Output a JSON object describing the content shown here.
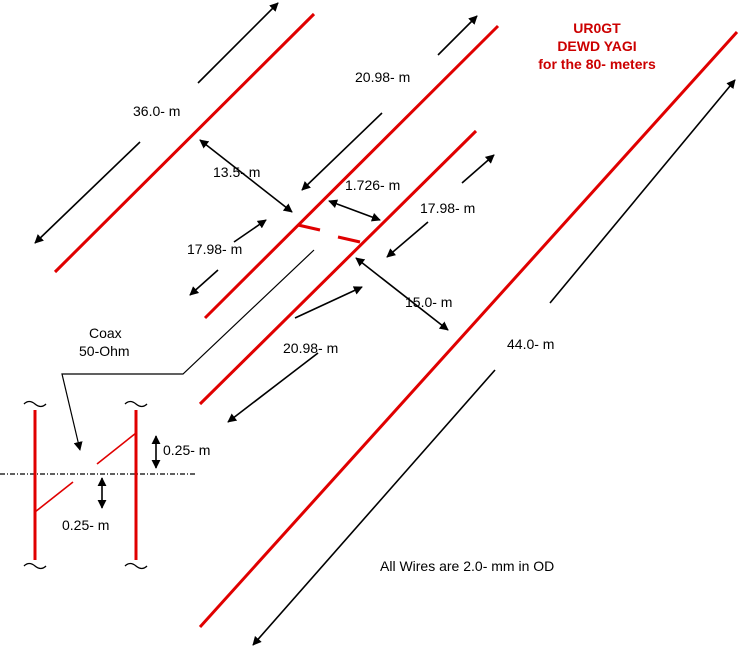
{
  "title": {
    "callsign": "UR0GT",
    "name": "DEWD YAGI",
    "band": "for the 80- meters",
    "color": "#cc0000"
  },
  "labels": {
    "len_36": "36.0- m",
    "len_2098_top": "20.98- m",
    "len_2098_bottom": "20.98- m",
    "len_1798_left": "17.98- m",
    "len_1798_right": "17.98- m",
    "len_44": "44.0- m",
    "gap_135": "13.5- m",
    "gap_1726": "1.726- m",
    "gap_150": "15.0- m",
    "coax_line1": "Coax",
    "coax_line2": "50-Ohm",
    "feed_gap_top": "0.25- m",
    "feed_gap_bottom": "0.25- m",
    "note": "All Wires are 2.0- mm in OD"
  },
  "colors": {
    "wire": "#e00000",
    "dimension": "#000000"
  }
}
